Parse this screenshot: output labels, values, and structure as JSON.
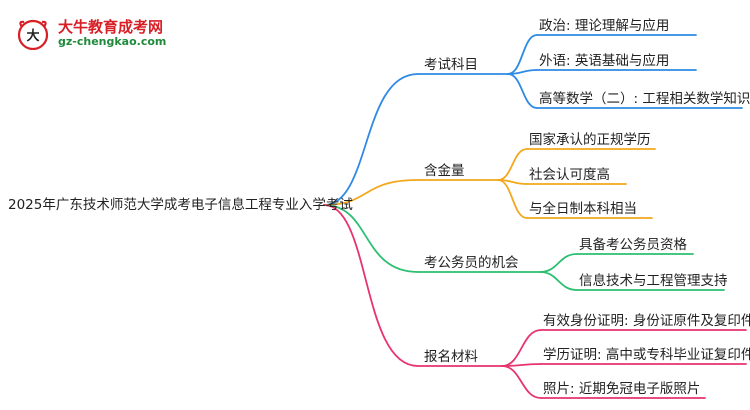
{
  "logo": {
    "title": "大牛教育成考网",
    "url": "gz-chengkao.com"
  },
  "root": "2025年广东技术师范大学成考电子信息工程专业入学考试",
  "branches": [
    {
      "label": "考试科目",
      "color": "#2f8ae5",
      "children": [
        "政治: 理论理解与应用",
        "外语: 英语基础与应用",
        "高等数学（二）: 工程相关数学知识"
      ]
    },
    {
      "label": "含金量",
      "color": "#f2a81d",
      "children": [
        "国家承认的正规学历",
        "社会认可度高",
        "与全日制本科相当"
      ]
    },
    {
      "label": "考公务员的机会",
      "color": "#2dbf72",
      "children": [
        "具备考公务员资格",
        "信息技术与工程管理支持"
      ]
    },
    {
      "label": "报名材料",
      "color": "#e8336e",
      "children": [
        "有效身份证明: 身份证原件及复印件",
        "学历证明: 高中或专科毕业证复印件",
        "照片: 近期免冠电子版照片"
      ]
    }
  ]
}
